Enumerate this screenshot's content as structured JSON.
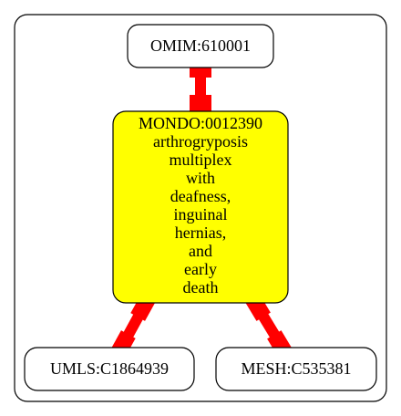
{
  "graph": {
    "nodes": {
      "omim": {
        "label": "OMIM:610001"
      },
      "mondo": {
        "label_lines": [
          "MONDO:0012390",
          "arthrogryposis",
          "multiplex",
          "with",
          "deafness,",
          "inguinal",
          "hernias,",
          "and",
          "early",
          "death"
        ],
        "fill": "#ffff00"
      },
      "umls": {
        "label": "UMLS:C1864939"
      },
      "mesh": {
        "label": "MESH:C535381"
      }
    },
    "edges": [
      {
        "from": "omim",
        "to": "mondo"
      },
      {
        "from": "mondo",
        "to": "umls"
      },
      {
        "from": "mondo",
        "to": "mesh"
      }
    ],
    "edge_color": "#ff0000"
  }
}
